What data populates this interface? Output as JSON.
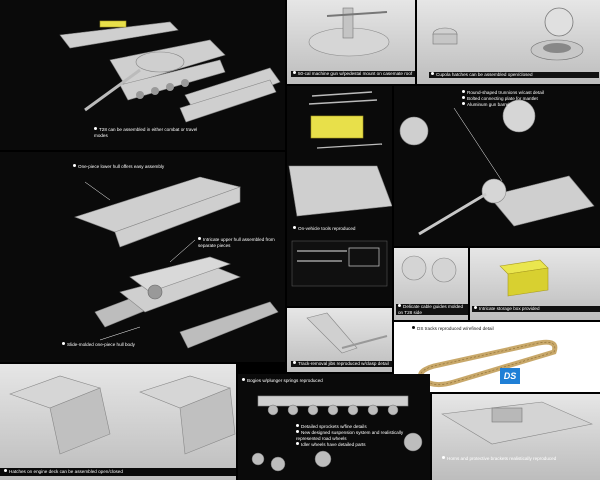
{
  "captions": {
    "p1": "T28 can be assembled in either combat or travel modes",
    "p2": "50-cal machine gun w/pedestal mount on casemate roof",
    "p3": "Cupola hatches can be assembled open/closed",
    "p4a": "One-piece lower hull offers easy assembly",
    "p4b": "Intricate upper hull assembled from separate pieces",
    "p4c": "Slide-molded one-piece hull body",
    "p5": "On-vehicle tools reproduced",
    "p6a": "Round-shaped trunnions w/cast detail",
    "p6b": "Bolted connecting plate for mantlet",
    "p6c": "Aluminum gun barrel",
    "p7": "Delicate cable guides molded on T28 side",
    "p8": "Intricate storage box provided",
    "p9": "Track-removal jibs reproduced w/clasp detail",
    "p10": "DS tracks reproduced w/refined detail",
    "p11": "Hatches on engine deck can be assembled open/closed",
    "p12a": "Bogies w/plunger springs reproduced",
    "p12b": "Detailed sprockets w/fine details",
    "p12c": "New designed suspension system and realistically represented road wheels",
    "p12d": "Idler wheels have detailed parts",
    "p13": "Horns and protective brackets realistically reproduced"
  },
  "badge": "DS",
  "colors": {
    "panel_dark": "#0a0a0a",
    "part_grey": "#cfcfcf",
    "parts_yellow": "#e8e04a",
    "track_tan": "#c8a86a",
    "badge_blue": "#1f7fd6"
  }
}
